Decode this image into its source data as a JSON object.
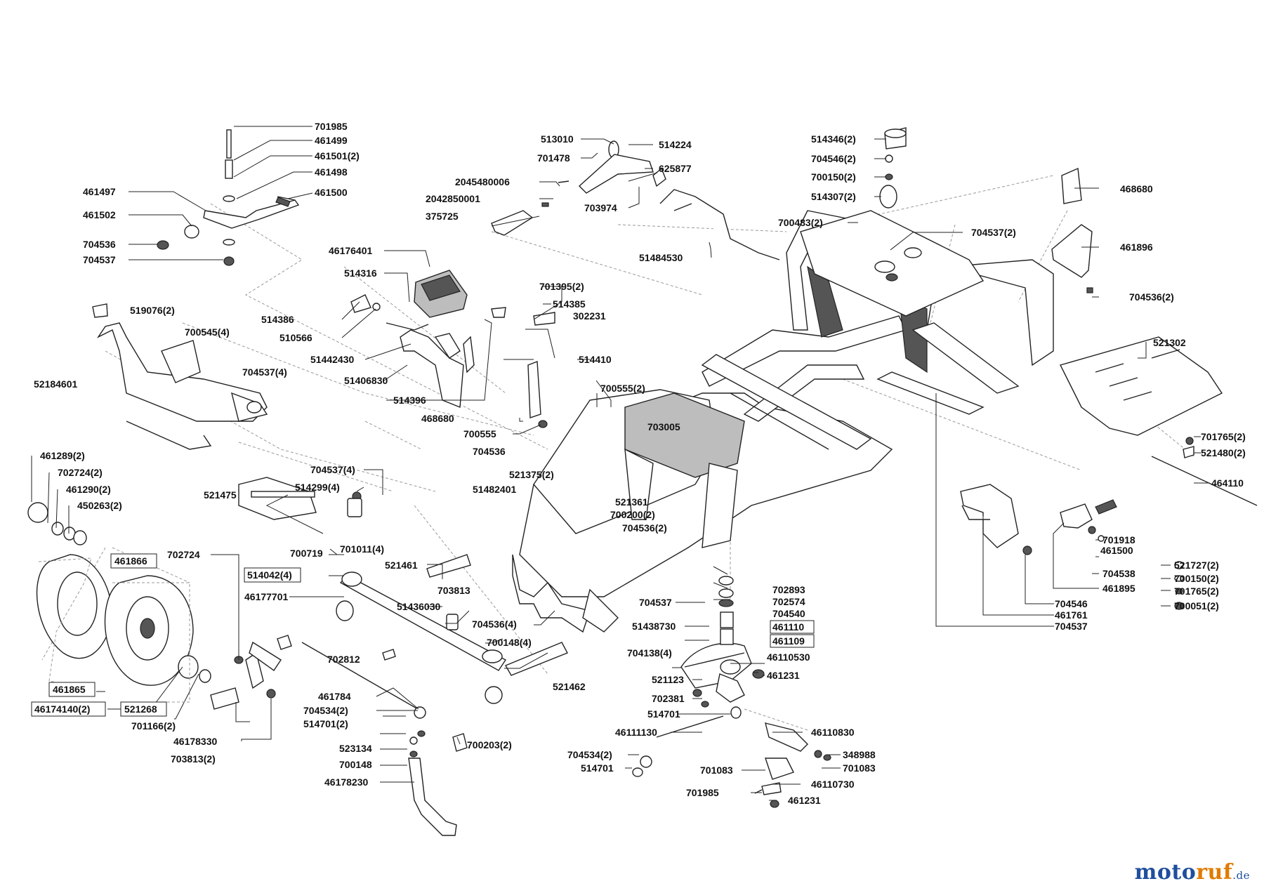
{
  "labels": {
    "l701985a": "701985",
    "l461499": "461499",
    "l461501": "461501(2)",
    "l461498": "461498",
    "l461497": "461497",
    "l461500a": "461500",
    "l461502": "461502",
    "l704536a": "704536",
    "l704537a": "704537",
    "l513010": "513010",
    "l701478": "701478",
    "l514224": "514224",
    "l2045480006": "2045480006",
    "l625877": "625877",
    "l2042850001": "2042850001",
    "l703974": "703974",
    "l375725": "375725",
    "l51484530": "51484530",
    "l514346": "514346(2)",
    "l704546": "704546(2)",
    "l700150a": "700150(2)",
    "l514307": "514307(2)",
    "l468680a": "468680",
    "l700483": "700483(2)",
    "l704537b": "704537(2)",
    "l461896": "461896",
    "l704536b": "704536(2)",
    "l46176401": "46176401",
    "l514316": "514316",
    "l514386": "514386",
    "l510566": "510566",
    "l51442430": "51442430",
    "l51406830": "51406830",
    "l514396": "514396",
    "l701395": "701395(2)",
    "l514385": "514385",
    "l302231": "302231",
    "l514410": "514410",
    "l468680b": "468680",
    "l700555": "700555",
    "l704536c": "704536",
    "l700555b": "700555(2)",
    "l703005": "703005",
    "l519076": "519076(2)",
    "l700545": "700545(4)",
    "l704537c": "704537(4)",
    "l52184601": "52184601",
    "l521302": "521302",
    "l701765a": "701765(2)",
    "l521480": "521480(2)",
    "l464110": "464110",
    "l461500b": "461500",
    "l701918": "701918",
    "l704538": "704538",
    "l461895": "461895",
    "l521727": "521727(2)",
    "l700150b": "700150(2)",
    "l701765b": "701765(2)",
    "l700051": "700051(2)",
    "l704546b": "704546",
    "l461761": "461761",
    "l704537d": "704537",
    "l461289": "461289(2)",
    "l702724a": "702724(2)",
    "l461290": "461290(2)",
    "l450263": "450263(2)",
    "l704537e": "704537(4)",
    "l514299": "514299(4)",
    "l521475": "521475",
    "l701011": "701011(4)",
    "l521375": "521375(2)",
    "l51482401": "51482401",
    "l521361": "521361",
    "l700200": "700200(2)",
    "l704536d": "704536(2)",
    "l461866": "461866",
    "l702724b": "702724",
    "l700719": "700719",
    "l514042": "514042(4)",
    "l46177701": "46177701",
    "l521461": "521461",
    "l703813a": "703813",
    "l51436030": "51436030",
    "l704536e": "704536(4)",
    "l700148a": "700148(4)",
    "l702893": "702893",
    "l702574": "702574",
    "l704540": "704540",
    "l704537f": "704537",
    "l51438730": "51438730",
    "l461110": "461110",
    "l461109": "461109",
    "l704138": "704138(4)",
    "l46110530": "46110530",
    "l461231a": "461231",
    "l521123": "521123",
    "l702381": "702381",
    "l514701a": "514701",
    "l46111130": "46111130",
    "l46110830": "46110830",
    "l348988": "348988",
    "l701083a": "701083",
    "l701083b": "701083",
    "l704534b": "704534(2)",
    "l514701c": "514701",
    "l46110730": "46110730",
    "l701985b": "701985",
    "l461231b": "461231",
    "l702812": "702812",
    "l521462": "521462",
    "l461865": "461865",
    "l46174140": "46174140(2)",
    "l521268": "521268",
    "l701166": "701166(2)",
    "l46178330": "46178330",
    "l703813b": "703813(2)",
    "l461784": "461784",
    "l704534a": "704534(2)",
    "l514701b": "514701(2)",
    "l523134": "523134",
    "l700148b": "700148",
    "l46178230": "46178230",
    "l700203": "700203(2)"
  },
  "watermark": {
    "brand": "moto",
    "brand_accent": "ruf",
    "tld": ".de"
  }
}
